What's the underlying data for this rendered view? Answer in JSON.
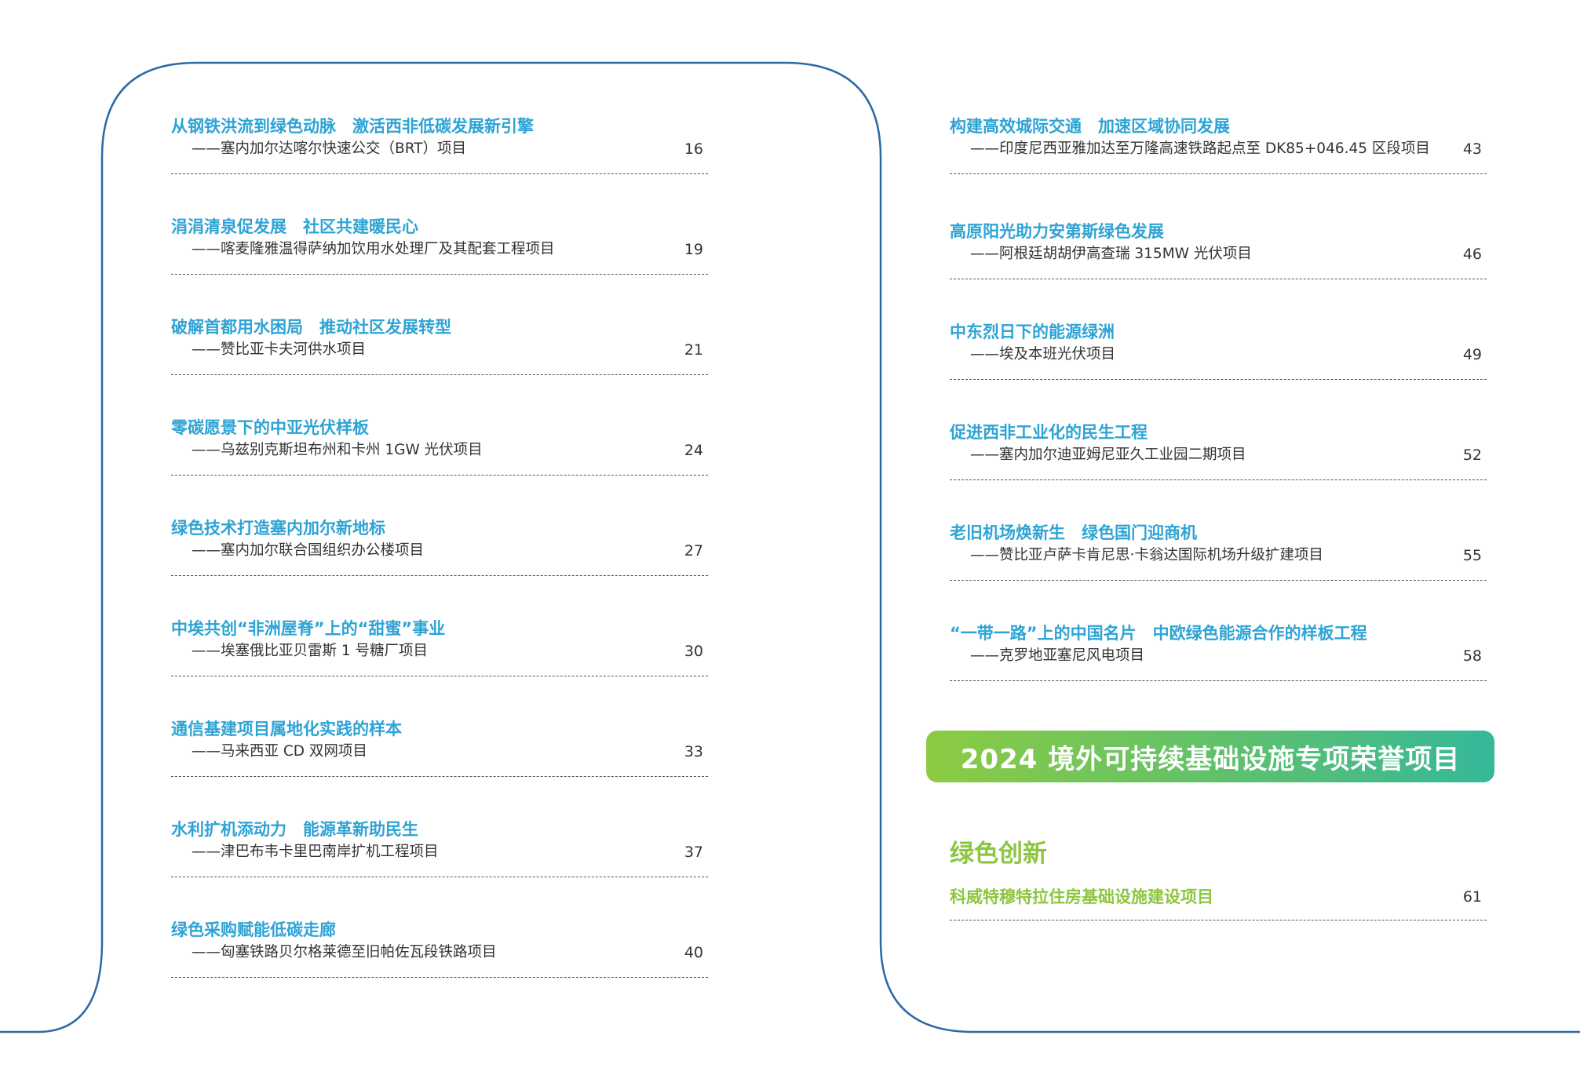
{
  "left_entries": [
    {
      "title": "从钢铁洪流到绿色动脉　激活西非低碳发展新引擎",
      "subtitle": "——塞内加尔达喀尔快速公交（BRT）项目",
      "page": "16"
    },
    {
      "title": "涓涓清泉促发展　社区共建暖民心",
      "subtitle": "——喀麦隆雅温得萨纳加饮用水处理厂及其配套工程项目",
      "page": "19"
    },
    {
      "title": "破解首都用水困局　推动社区发展转型",
      "subtitle": "——赞比亚卡夫河供水项目",
      "page": "21"
    },
    {
      "title": "零碳愿景下的中亚光伏样板",
      "subtitle": "——乌兹别克斯坦布州和卡州 1GW 光伏项目",
      "page": "24"
    },
    {
      "title": "绿色技术打造塞内加尔新地标",
      "subtitle": "——塞内加尔联合国组织办公楼项目",
      "page": "27"
    },
    {
      "title": "中埃共创“非洲屋脊”上的“甜蜜”事业",
      "subtitle": "——埃塞俄比亚贝雷斯 1 号糖厂项目",
      "page": "30"
    },
    {
      "title": "通信基建项目属地化实践的样本",
      "subtitle": "——马来西亚 CD 双网项目",
      "page": "33"
    },
    {
      "title": "水利扩机添动力　能源革新助民生",
      "subtitle": "——津巴布韦卡里巴南岸扩机工程项目",
      "page": "37"
    },
    {
      "title": "绿色采购赋能低碳走廊",
      "subtitle": "——匈塞铁路贝尔格莱德至旧帕佐瓦段铁路项目",
      "page": "40"
    }
  ],
  "right_entries": [
    {
      "title": "构建高效城际交通　加速区域协同发展",
      "subtitle": "——印度尼西亚雅加达至万隆高速铁路起点至 DK85+046.45 区段项目",
      "page": "43"
    },
    {
      "title": "高原阳光助力安第斯绿色发展",
      "subtitle": "——阿根廷胡胡伊高查瑞 315MW 光伏项目",
      "page": "46"
    },
    {
      "title": "中东烈日下的能源绿洲",
      "subtitle": "——埃及本班光伏项目",
      "page": "49"
    },
    {
      "title": "促进西非工业化的民生工程",
      "subtitle": "——塞内加尔迪亚姆尼亚久工业园二期项目",
      "page": "52"
    },
    {
      "title": "老旧机场焕新生　绿色国门迎商机",
      "subtitle": "——赞比亚卢萨卡肯尼思·卡翁达国际机场升级扩建项目",
      "page": "55"
    },
    {
      "title": "“一带一路”上的中国名片　中欧绿色能源合作的样板工程",
      "subtitle": "——克罗地亚塞尼风电项目",
      "page": "58"
    }
  ],
  "banner": {
    "text": "2024 境外可持续基础设施专项荣誉项目"
  },
  "green_section": {
    "heading": "绿色创新",
    "entry": {
      "title": "科威特穆特拉住房基础设施建设项目",
      "page": "61"
    }
  },
  "colors": {
    "title_blue": "#2ea3d4",
    "frame_blue": "#2a6aa6",
    "green": "#8cc63f",
    "banner_start": "#8ccb42",
    "banner_end": "#35b89a"
  }
}
